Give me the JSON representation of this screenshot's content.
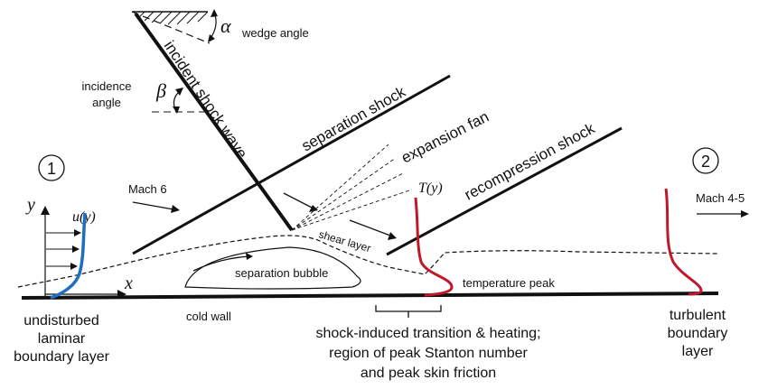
{
  "labels": {
    "wedge_angle": "wedge angle",
    "alpha_symbol": "α",
    "incidence_angle_line1": "incidence",
    "incidence_angle_line2": "angle",
    "beta_symbol": "β",
    "incident_shock_wave": "incident shock wave",
    "separation_shock": "separation shock",
    "expansion_fan": "expansion fan",
    "recompression_shock": "recompression shock",
    "station_1": "1",
    "station_2": "2",
    "y_axis": "y",
    "x_axis": "x",
    "u_profile": "u(y)",
    "t_profile": "T(y)",
    "mach_in": "Mach 6",
    "mach_out": "Mach 4-5",
    "shear_layer": "shear layer",
    "separation_bubble": "separation bubble",
    "temperature_peak": "temperature peak",
    "cold_wall": "cold wall",
    "undisturbed_line1": "undisturbed",
    "undisturbed_line2": "laminar",
    "undisturbed_line3": "boundary layer",
    "transition_line1": "shock-induced transition & heating;",
    "transition_line2": "region of peak Stanton number",
    "transition_line3": "and peak skin friction",
    "turbulent_line1": "turbulent",
    "turbulent_line2": "boundary",
    "turbulent_line3": "layer"
  },
  "colors": {
    "ink": "#111111",
    "velocity_profile": "#1f6fc0",
    "temperature_profile": "#c0182a"
  }
}
